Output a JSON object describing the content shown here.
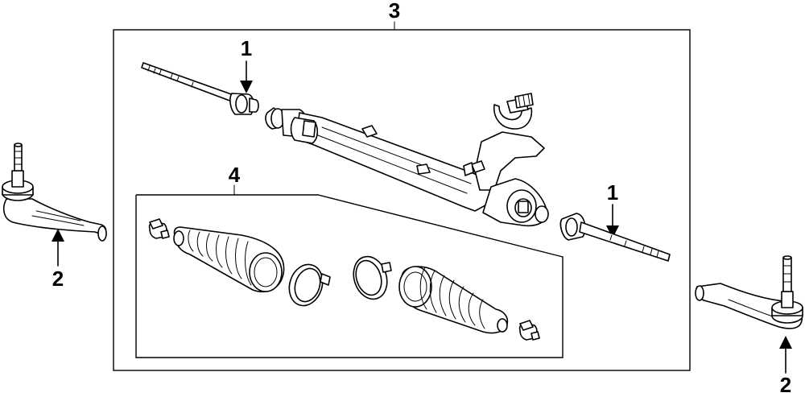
{
  "callouts": {
    "inner_tie_rod_left": "1",
    "inner_tie_rod_right": "1",
    "outer_tie_rod_left": "2",
    "outer_tie_rod_right": "2",
    "gear_assembly": "3",
    "boot_kit": "4"
  },
  "colors": {
    "line": "#000000",
    "background": "#ffffff"
  }
}
